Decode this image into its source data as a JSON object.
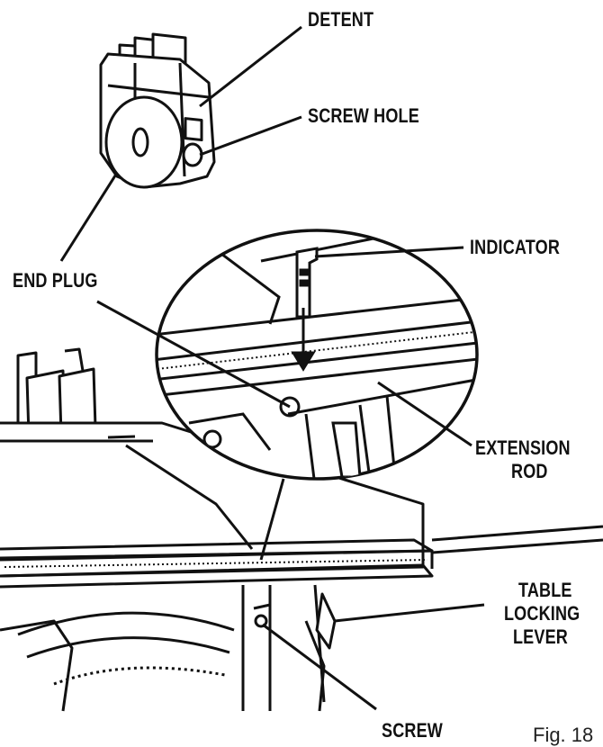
{
  "labels": {
    "detent": "DETENT",
    "screw_hole": "SCREW HOLE",
    "indicator": "INDICATOR",
    "end_plug": "END PLUG",
    "extension_rod_1": "EXTENSION",
    "extension_rod_2": "ROD",
    "table_locking_1": "TABLE",
    "table_locking_2": "LOCKING",
    "table_locking_3": "LEVER",
    "screw": "SCREW"
  },
  "figure_number": "Fig. 18"
}
